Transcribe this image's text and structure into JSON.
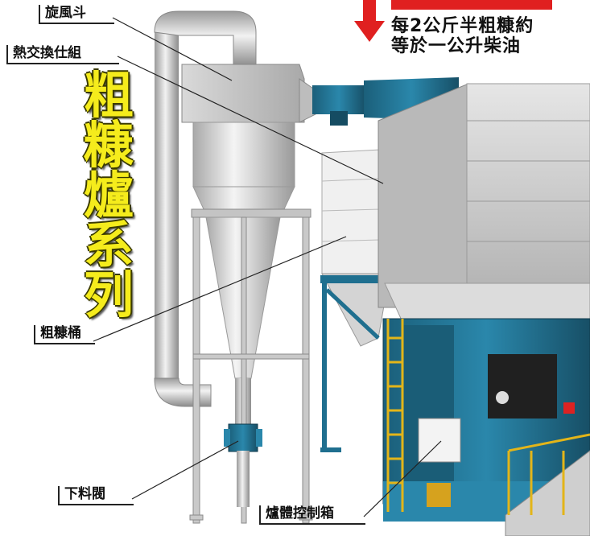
{
  "labels": {
    "cyclone": "旋風斗",
    "heat_exchanger": "熱交換仕組",
    "husk_bin": "粗糠桶",
    "discharge_valve": "下料閥",
    "control_box": "爐體控制箱"
  },
  "vertical_title": [
    "粗",
    "糠",
    "爐",
    "系",
    "列"
  ],
  "note_lines": [
    "每2公斤半粗糠約",
    "等於一公升柴油"
  ],
  "colors": {
    "title_yellow": "#f5ec1c",
    "arrow_red": "#e02020",
    "machine_blue": "#1f6f8f",
    "steel_gray": "#c8c8c8"
  }
}
